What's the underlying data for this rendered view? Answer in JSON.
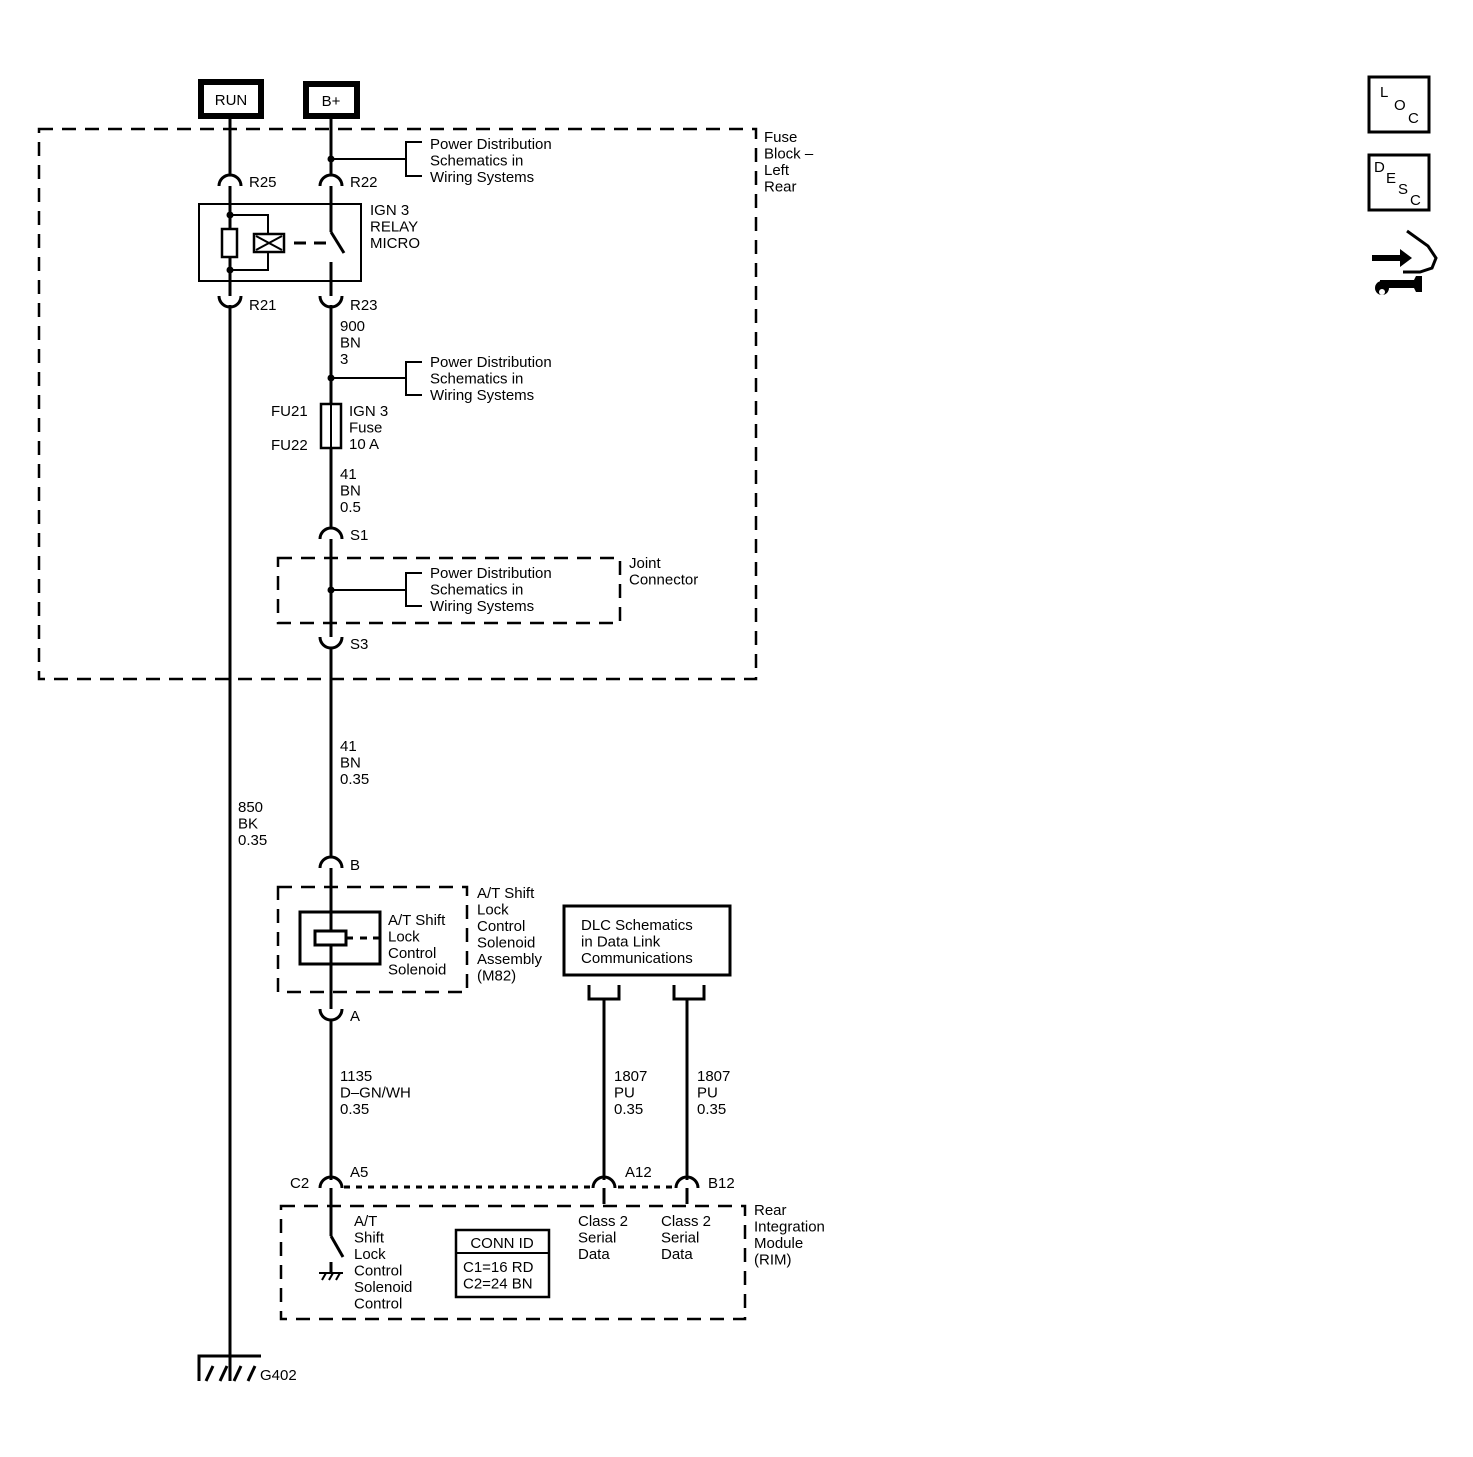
{
  "sources": {
    "run": "RUN",
    "bplus": "B+"
  },
  "fuse_block": {
    "title": [
      "Fuse",
      "Block –",
      "Left",
      "Rear"
    ],
    "relay": [
      "IGN 3",
      "RELAY",
      "MICRO"
    ],
    "fuse_id_top": "FU21",
    "fuse_id_bottom": "FU22",
    "fuse": [
      "IGN 3",
      "Fuse",
      "10 A"
    ],
    "joint_connector": [
      "Joint",
      "Connector"
    ]
  },
  "power_ref": [
    "Power Distribution",
    "Schematics in",
    "Wiring Systems"
  ],
  "pins": {
    "r25": "R25",
    "r22": "R22",
    "r21": "R21",
    "r23": "R23",
    "s1": "S1",
    "s3": "S3",
    "b": "B",
    "a": "A",
    "c2": "C2",
    "a5": "A5",
    "a12": "A12",
    "b12": "B12"
  },
  "wires": {
    "w900": [
      "900",
      "BN",
      "3"
    ],
    "w41a": [
      "41",
      "BN",
      "0.5"
    ],
    "w41b": [
      "41",
      "BN",
      "0.35"
    ],
    "w850": [
      "850",
      "BK",
      "0.35"
    ],
    "w1135": [
      "1135",
      "D–GN/WH",
      "0.35"
    ],
    "w1807a": [
      "1807",
      "PU",
      "0.35"
    ],
    "w1807b": [
      "1807",
      "PU",
      "0.35"
    ]
  },
  "solenoid": {
    "inner": [
      "A/T Shift",
      "Lock",
      "Control",
      "Solenoid"
    ],
    "assembly": [
      "A/T Shift",
      "Lock",
      "Control",
      "Solenoid",
      "Assembly",
      "(M82)"
    ]
  },
  "dlc": [
    "DLC Schematics",
    "in Data Link",
    "Communications"
  ],
  "rim": {
    "title": [
      "Rear",
      "Integration",
      "Module",
      "(RIM)"
    ],
    "solenoid_control": [
      "A/T",
      "Shift",
      "Lock",
      "Control",
      "Solenoid",
      "Control"
    ],
    "class2_a": [
      "Class 2",
      "Serial",
      "Data"
    ],
    "class2_b": [
      "Class 2",
      "Serial",
      "Data"
    ],
    "conn_id_title": "CONN ID",
    "conn_id_lines": [
      "C1=16 RD",
      "C2=24 BN"
    ]
  },
  "ground": "G402",
  "side_icons": {
    "loc": [
      "L",
      "O",
      "C"
    ],
    "desc": [
      "D",
      "E",
      "S",
      "C"
    ],
    "tool": "wrench-icon"
  }
}
